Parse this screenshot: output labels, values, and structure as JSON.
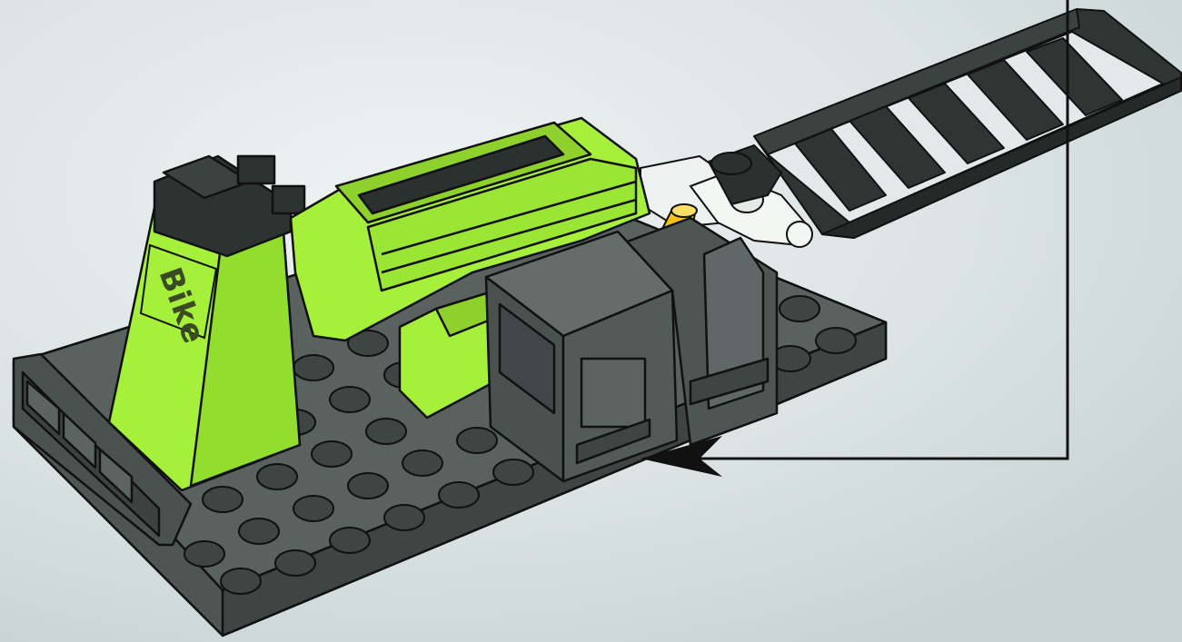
{
  "scene": {
    "sign_text": "Bike",
    "colors": {
      "background": "#dde4e6",
      "lime": "#a6ef3a",
      "lime_dark": "#7dc221",
      "dark_gray": "#4a5250",
      "dark_gray_light": "#616a67",
      "black_part": "#2a312f",
      "yellow": "#f5c214",
      "white_part": "#eef1ef",
      "callout_line": "#111111"
    },
    "parts": [
      "baseplate",
      "studs",
      "lime-seat-back",
      "bike-sign",
      "lime-engine-block",
      "lime-fender",
      "dark-gray-crate",
      "yellow-bottle",
      "white-clip-assembly",
      "black-ladder",
      "dark-gray-front-panel",
      "callout-arrow"
    ]
  }
}
